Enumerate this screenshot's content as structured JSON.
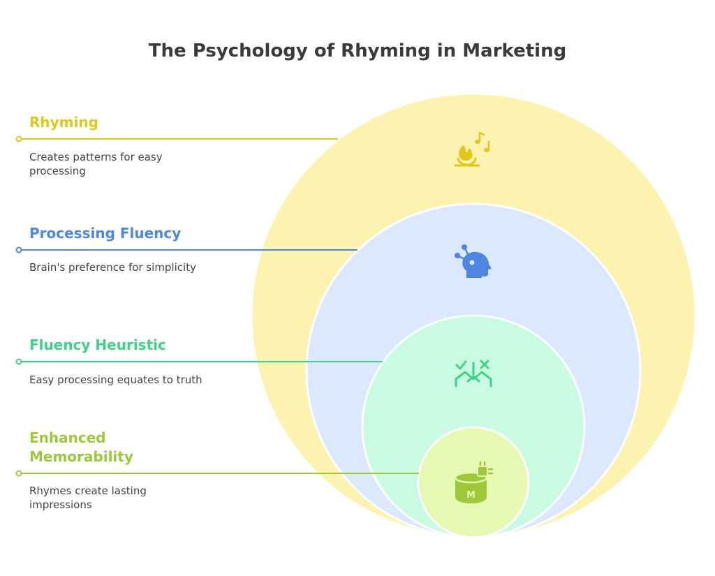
{
  "title": "The Psychology of Rhyming in Marketing",
  "colors": {
    "rhyming": "#e0c81a",
    "processing_fluency": "#4f86e0",
    "fluency_heuristic": "#3fd18a",
    "enhanced_memorability": "#9cc83a"
  },
  "layers": [
    {
      "title": "Rhyming",
      "description": "Creates patterns for easy processing",
      "icon": "campfire-music-icon"
    },
    {
      "title": "Processing Fluency",
      "description": "Brain's preference for simplicity",
      "icon": "brain-connection-icon"
    },
    {
      "title": "Fluency Heuristic",
      "description": "Easy processing equates to truth",
      "icon": "decision-check-cross-icon"
    },
    {
      "title": "Enhanced Memorability",
      "description": "Rhymes create lasting impressions",
      "icon": "memory-chip-icon"
    }
  ]
}
